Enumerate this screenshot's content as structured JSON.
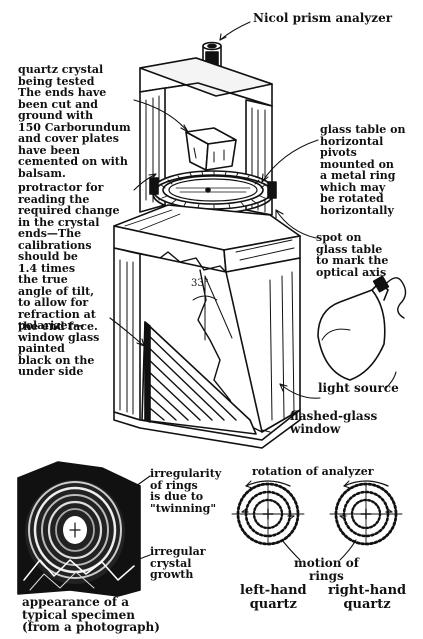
{
  "labels": {
    "nicol_prism": "Nicol prism analyzer",
    "quartz_crystal": "quartz crystal\nbeing tested\nThe ends have\nbeen cut and\nground with\n150 Carborundum\nand cover plates\nhave been\ncemented on with\nbalsam.",
    "glass_table": "glass table on\nhorizontal\npivots\nmounted on\na metal ring\nwhich may\nbe rotated\nhorizontally",
    "protractor": "protractor for\nreading the\nrequired change\nin the crystal\nends—The\ncalibrations\nshould be\n1.4 times\nthe true\nangle of tilt,\nto allow for\nrefraction at\nthe end face.",
    "spot": "spot on\nglass table\nto mark the\noptical axis",
    "angle": "33°",
    "polarizer": "polarizer—\nwindow glass\npainted\nblack on the\nunder side",
    "light_source": "light source",
    "flashed_glass": "flashed-glass\nwindow",
    "irregularity": "irregularity\nof rings\nis due to\n\"twinning\"",
    "irregular_growth": "irregular\ncrystal\ngrowth",
    "appearance": "appearance of a\ntypical specimen\n(from a photograph)",
    "rotation": "rotation of analyzer",
    "motion": "motion of\nrings",
    "left_hand": "left-hand\nquartz",
    "right_hand": "right-hand\nquartz"
  }
}
